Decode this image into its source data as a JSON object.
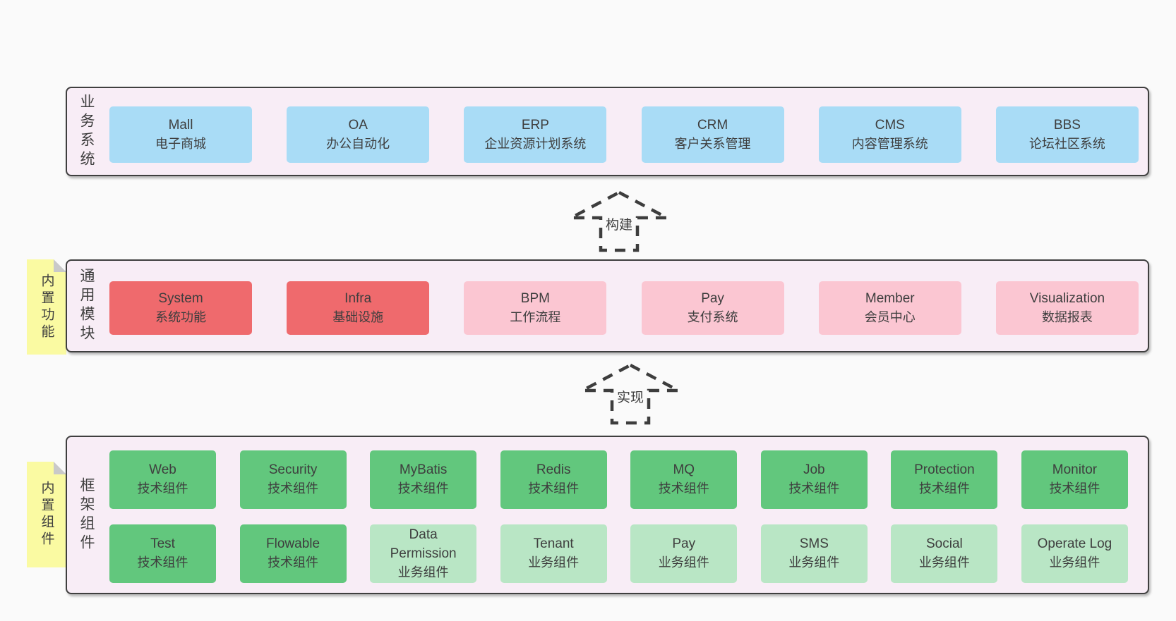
{
  "colors": {
    "page_bg": "#fafafa",
    "panel_bg": "#f8edf6",
    "panel_border": "#3f3f3f",
    "box_blue": "#a9dcf6",
    "box_red": "#ef6a6d",
    "box_pink": "#fbc6d2",
    "box_green_dark": "#62c77d",
    "box_green_light": "#b9e6c5",
    "note_yellow": "#fafaa2",
    "note_fold_gray": "#c9c9c9",
    "text": "#3e3e3e"
  },
  "arrows": [
    {
      "label": "构建"
    },
    {
      "label": "实现"
    }
  ],
  "sections": {
    "business": {
      "side_label": "业务系统",
      "boxes": [
        {
          "name": "Mall",
          "sub": "电子商城"
        },
        {
          "name": "OA",
          "sub": "办公自动化"
        },
        {
          "name": "ERP",
          "sub": "企业资源计划系统"
        },
        {
          "name": "CRM",
          "sub": "客户关系管理"
        },
        {
          "name": "CMS",
          "sub": "内容管理系统"
        },
        {
          "name": "BBS",
          "sub": "论坛社区系统"
        }
      ]
    },
    "modules": {
      "note_label": "内置功能",
      "side_label": "通用模块",
      "boxes": [
        {
          "name": "System",
          "sub": "系统功能"
        },
        {
          "name": "Infra",
          "sub": "基础设施"
        },
        {
          "name": "BPM",
          "sub": "工作流程"
        },
        {
          "name": "Pay",
          "sub": "支付系统"
        },
        {
          "name": "Member",
          "sub": "会员中心"
        },
        {
          "name": "Visualization",
          "sub": "数据报表"
        }
      ]
    },
    "framework": {
      "note_label": "内置组件",
      "side_label": "框架组件",
      "row1": [
        {
          "name": "Web",
          "sub": "技术组件"
        },
        {
          "name": "Security",
          "sub": "技术组件"
        },
        {
          "name": "MyBatis",
          "sub": "技术组件"
        },
        {
          "name": "Redis",
          "sub": "技术组件"
        },
        {
          "name": "MQ",
          "sub": "技术组件"
        },
        {
          "name": "Job",
          "sub": "技术组件"
        },
        {
          "name": "Protection",
          "sub": "技术组件"
        },
        {
          "name": "Monitor",
          "sub": "技术组件"
        }
      ],
      "row2": [
        {
          "name": "Test",
          "sub": "技术组件"
        },
        {
          "name": "Flowable",
          "sub": "技术组件"
        },
        {
          "name": "Data Permission",
          "sub": "业务组件"
        },
        {
          "name": "Tenant",
          "sub": "业务组件"
        },
        {
          "name": "Pay",
          "sub": "业务组件"
        },
        {
          "name": "SMS",
          "sub": "业务组件"
        },
        {
          "name": "Social",
          "sub": "业务组件"
        },
        {
          "name": "Operate Log",
          "sub": "业务组件"
        }
      ]
    }
  }
}
